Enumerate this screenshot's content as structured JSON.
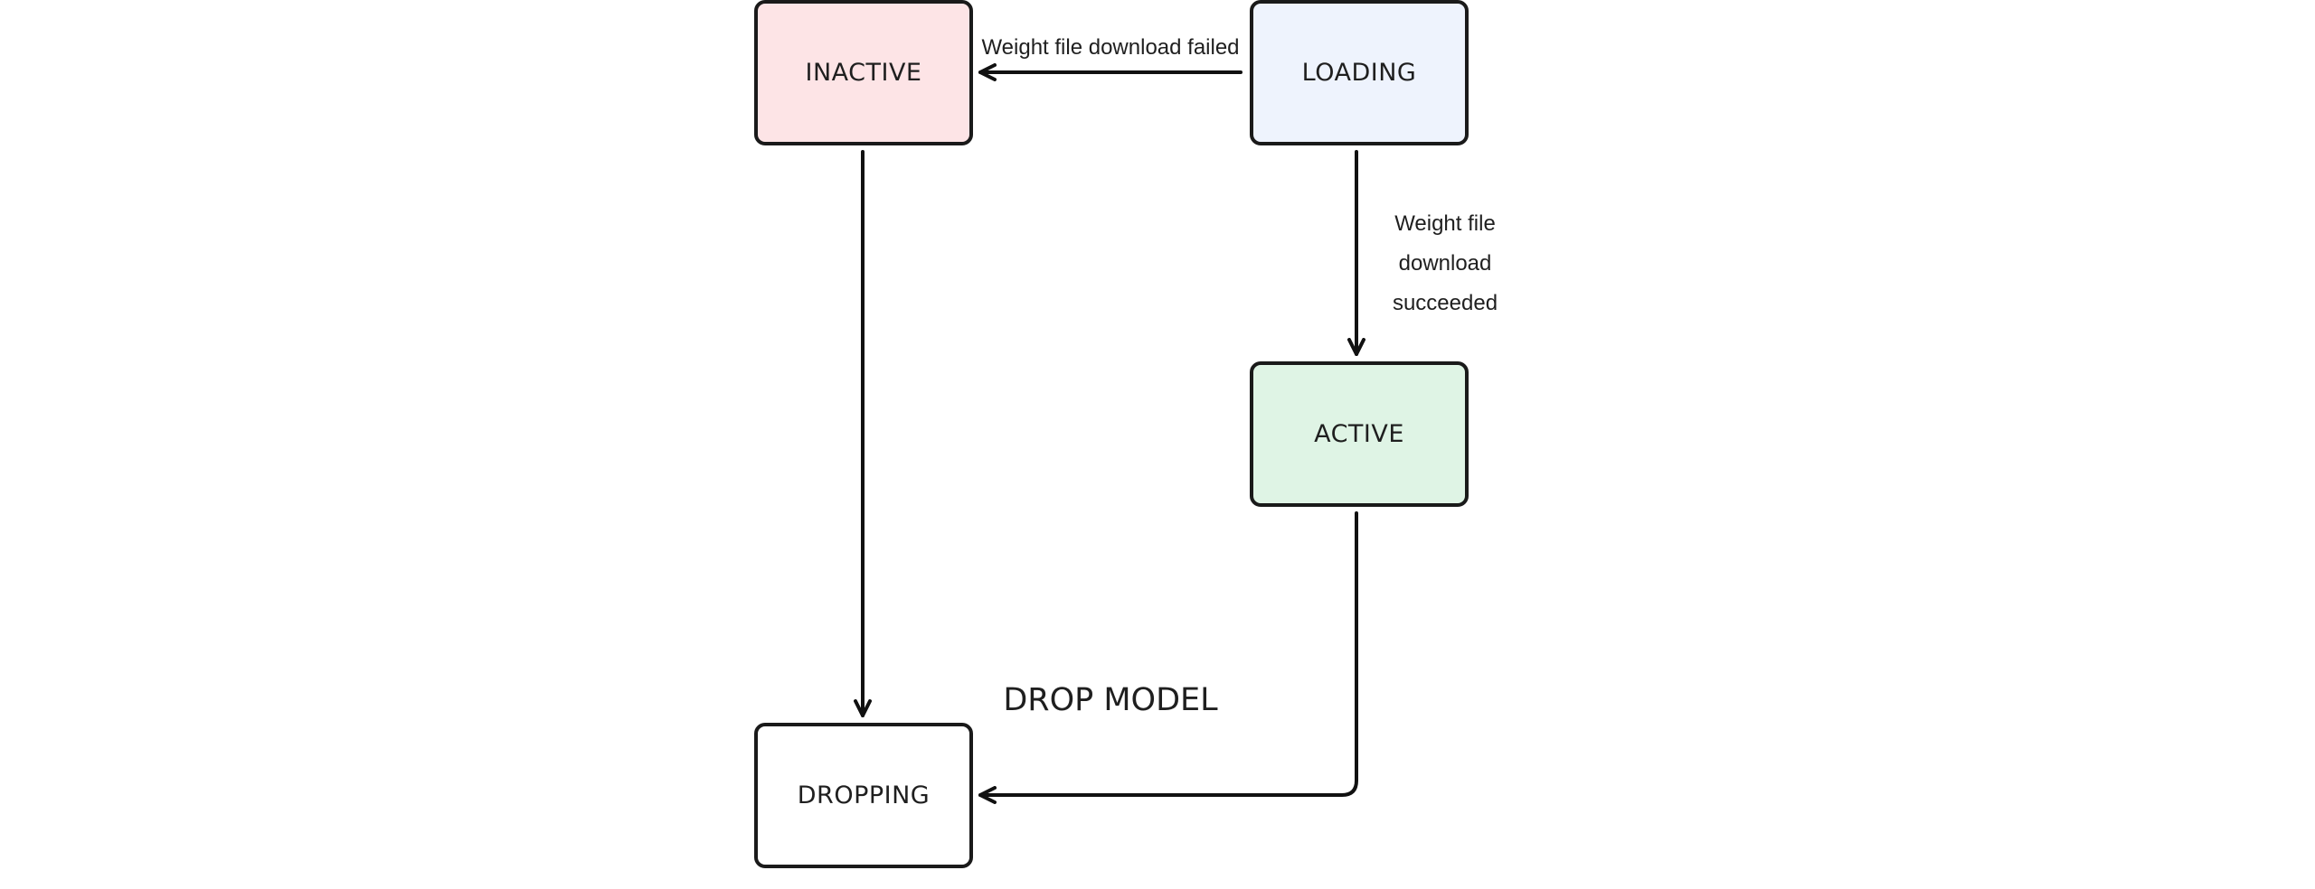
{
  "diagram": {
    "nodes": {
      "inactive": {
        "label": "INACTIVE",
        "fill": "#fde4e6"
      },
      "loading": {
        "label": "LOADING",
        "fill": "#eef3fd"
      },
      "active": {
        "label": "ACTIVE",
        "fill": "#dff4e5"
      },
      "dropping": {
        "label": "DROPPING",
        "fill": "#ffffff"
      }
    },
    "edges": {
      "loading_to_inactive": {
        "label": "Weight file download failed"
      },
      "loading_to_active": {
        "lines": [
          "Weight file",
          "download",
          "succeeded"
        ]
      },
      "inactive_to_dropping": {
        "label": ""
      },
      "active_to_dropping": {
        "label": ""
      }
    },
    "annotation": {
      "label": "DROP MODEL"
    },
    "colors": {
      "stroke": "#111111",
      "text": "#1f1f1f"
    }
  }
}
